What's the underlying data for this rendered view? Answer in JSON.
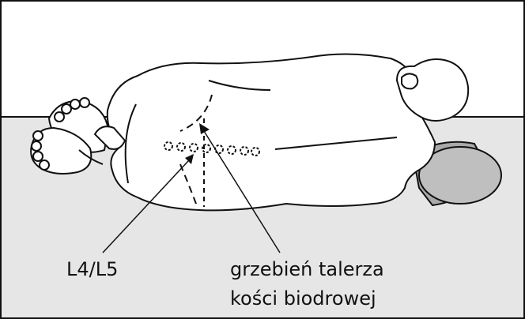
{
  "figure": {
    "labels": {
      "vertebra_level": "L4/L5",
      "iliac_crest_line1": "grzebień talerza",
      "iliac_crest_line2": "kości biodrowej"
    },
    "colors": {
      "floor": "#e6e6e6",
      "outline": "#111111",
      "pillow": "#a9a9a9",
      "pillow_end": "#bfbfbf",
      "background": "#ffffff"
    },
    "icons": [
      "patient-lying-lateral-illustration",
      "pillow-icon"
    ]
  }
}
